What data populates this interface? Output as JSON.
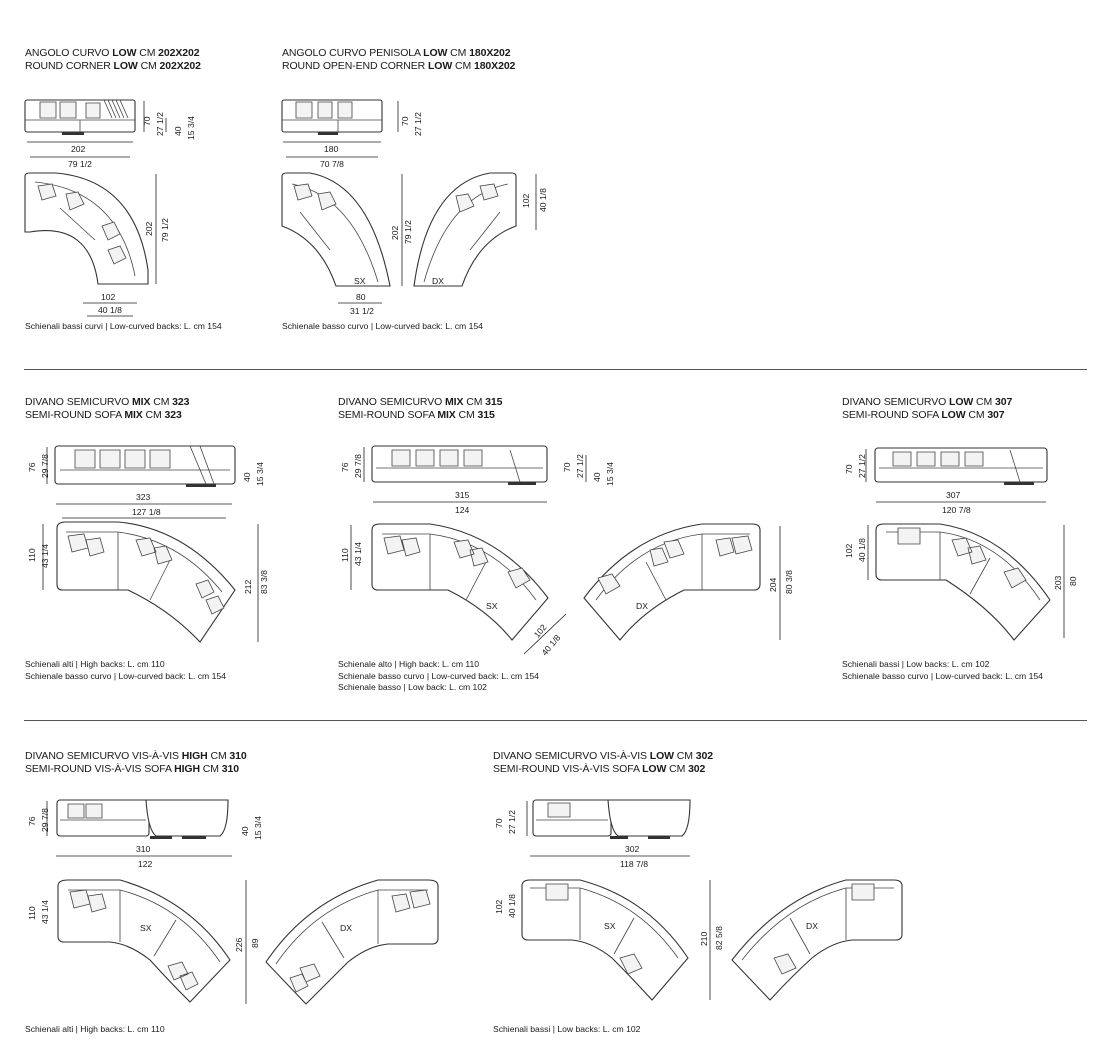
{
  "sections": [
    {
      "items": [
        {
          "title_it": {
            "pre": "ANGOLO CURVO ",
            "bold": "LOW",
            "mid": " CM ",
            "size": "202X202"
          },
          "title_en": {
            "pre": "ROUND CORNER ",
            "bold": "LOW",
            "mid": " CM ",
            "size": "202X202"
          },
          "notes": [
            "Schienali bassi curvi | Low-curved backs: L. cm 154"
          ],
          "dims": [
            "202",
            "79 1/2",
            "70",
            "27 1/2",
            "40",
            "15 3/4",
            "202",
            "79 1/2",
            "102",
            "40 1/8"
          ]
        },
        {
          "title_it": {
            "pre": "ANGOLO CURVO PENISOLA ",
            "bold": "LOW",
            "mid": " CM ",
            "size": "180X202"
          },
          "title_en": {
            "pre": "ROUND OPEN-END CORNER ",
            "bold": "LOW",
            "mid": " CM ",
            "size": "180X202"
          },
          "notes": [
            "Schienale basso curvo | Low-curved back: L. cm 154"
          ],
          "dims": [
            "180",
            "70 7/8",
            "70",
            "27 1/2",
            "202",
            "79 1/2",
            "80",
            "31 1/2",
            "102",
            "40 1/8"
          ],
          "labels": [
            "SX",
            "DX"
          ]
        }
      ]
    },
    {
      "items": [
        {
          "title_it": {
            "pre": "DIVANO SEMICURVO ",
            "bold": "MIX",
            "mid": " CM ",
            "size": "323"
          },
          "title_en": {
            "pre": "SEMI-ROUND SOFA ",
            "bold": "MIX",
            "mid": " CM ",
            "size": "323"
          },
          "notes": [
            "Schienali alti | High backs: L. cm 110",
            "Schienale basso curvo | Low-curved back: L. cm 154"
          ],
          "dims": [
            "76",
            "29 7/8",
            "40",
            "15 3/4",
            "323",
            "127 1/8",
            "110",
            "43 1/4",
            "212",
            "83 3/8"
          ]
        },
        {
          "title_it": {
            "pre": "DIVANO SEMICURVO ",
            "bold": "MIX",
            "mid": " CM ",
            "size": "315"
          },
          "title_en": {
            "pre": "SEMI-ROUND SOFA ",
            "bold": "MIX",
            "mid": " CM ",
            "size": "315"
          },
          "notes": [
            "Schienale alto | High back: L. cm 110",
            "Schienale basso curvo | Low-curved back: L. cm 154",
            "Schienale basso | Low back: L. cm 102"
          ],
          "dims": [
            "76",
            "29 7/8",
            "70",
            "27 1/2",
            "40",
            "15 3/4",
            "315",
            "124",
            "110",
            "43 1/4",
            "102",
            "40 1/8",
            "204",
            "80 3/8"
          ],
          "labels": [
            "SX",
            "DX"
          ]
        },
        {
          "title_it": {
            "pre": "DIVANO SEMICURVO ",
            "bold": "LOW",
            "mid": " CM ",
            "size": "307"
          },
          "title_en": {
            "pre": "SEMI-ROUND SOFA ",
            "bold": "LOW",
            "mid": " CM ",
            "size": "307"
          },
          "notes": [
            "Schienali bassi | Low backs: L. cm 102",
            "Schienale basso curvo | Low-curved back: L. cm 154"
          ],
          "dims": [
            "70",
            "27 1/2",
            "307",
            "120 7/8",
            "102",
            "40 1/8",
            "203",
            "80"
          ]
        }
      ]
    },
    {
      "items": [
        {
          "title_it": {
            "pre": "DIVANO SEMICURVO VIS-À-VIS ",
            "bold": "HIGH",
            "mid": " CM ",
            "size": "310"
          },
          "title_en": {
            "pre": "SEMI-ROUND VIS-À-VIS SOFA ",
            "bold": "HIGH",
            "mid": " CM ",
            "size": "310"
          },
          "notes": [
            "Schienali alti | High backs: L. cm 110"
          ],
          "dims": [
            "76",
            "29 7/8",
            "40",
            "15 3/4",
            "310",
            "122",
            "110",
            "43 1/4",
            "226",
            "89"
          ],
          "labels": [
            "SX",
            "DX"
          ]
        },
        {
          "title_it": {
            "pre": "DIVANO SEMICURVO VIS-À-VIS ",
            "bold": "LOW",
            "mid": " CM ",
            "size": "302"
          },
          "title_en": {
            "pre": "SEMI-ROUND VIS-À-VIS SOFA ",
            "bold": "LOW",
            "mid": " CM ",
            "size": "302"
          },
          "notes": [
            "Schienali bassi | Low backs: L. cm 102"
          ],
          "dims": [
            "70",
            "27 1/2",
            "302",
            "118 7/8",
            "102",
            "40 1/8",
            "210",
            "82 5/8"
          ],
          "labels": [
            "SX",
            "DX"
          ]
        }
      ]
    }
  ]
}
